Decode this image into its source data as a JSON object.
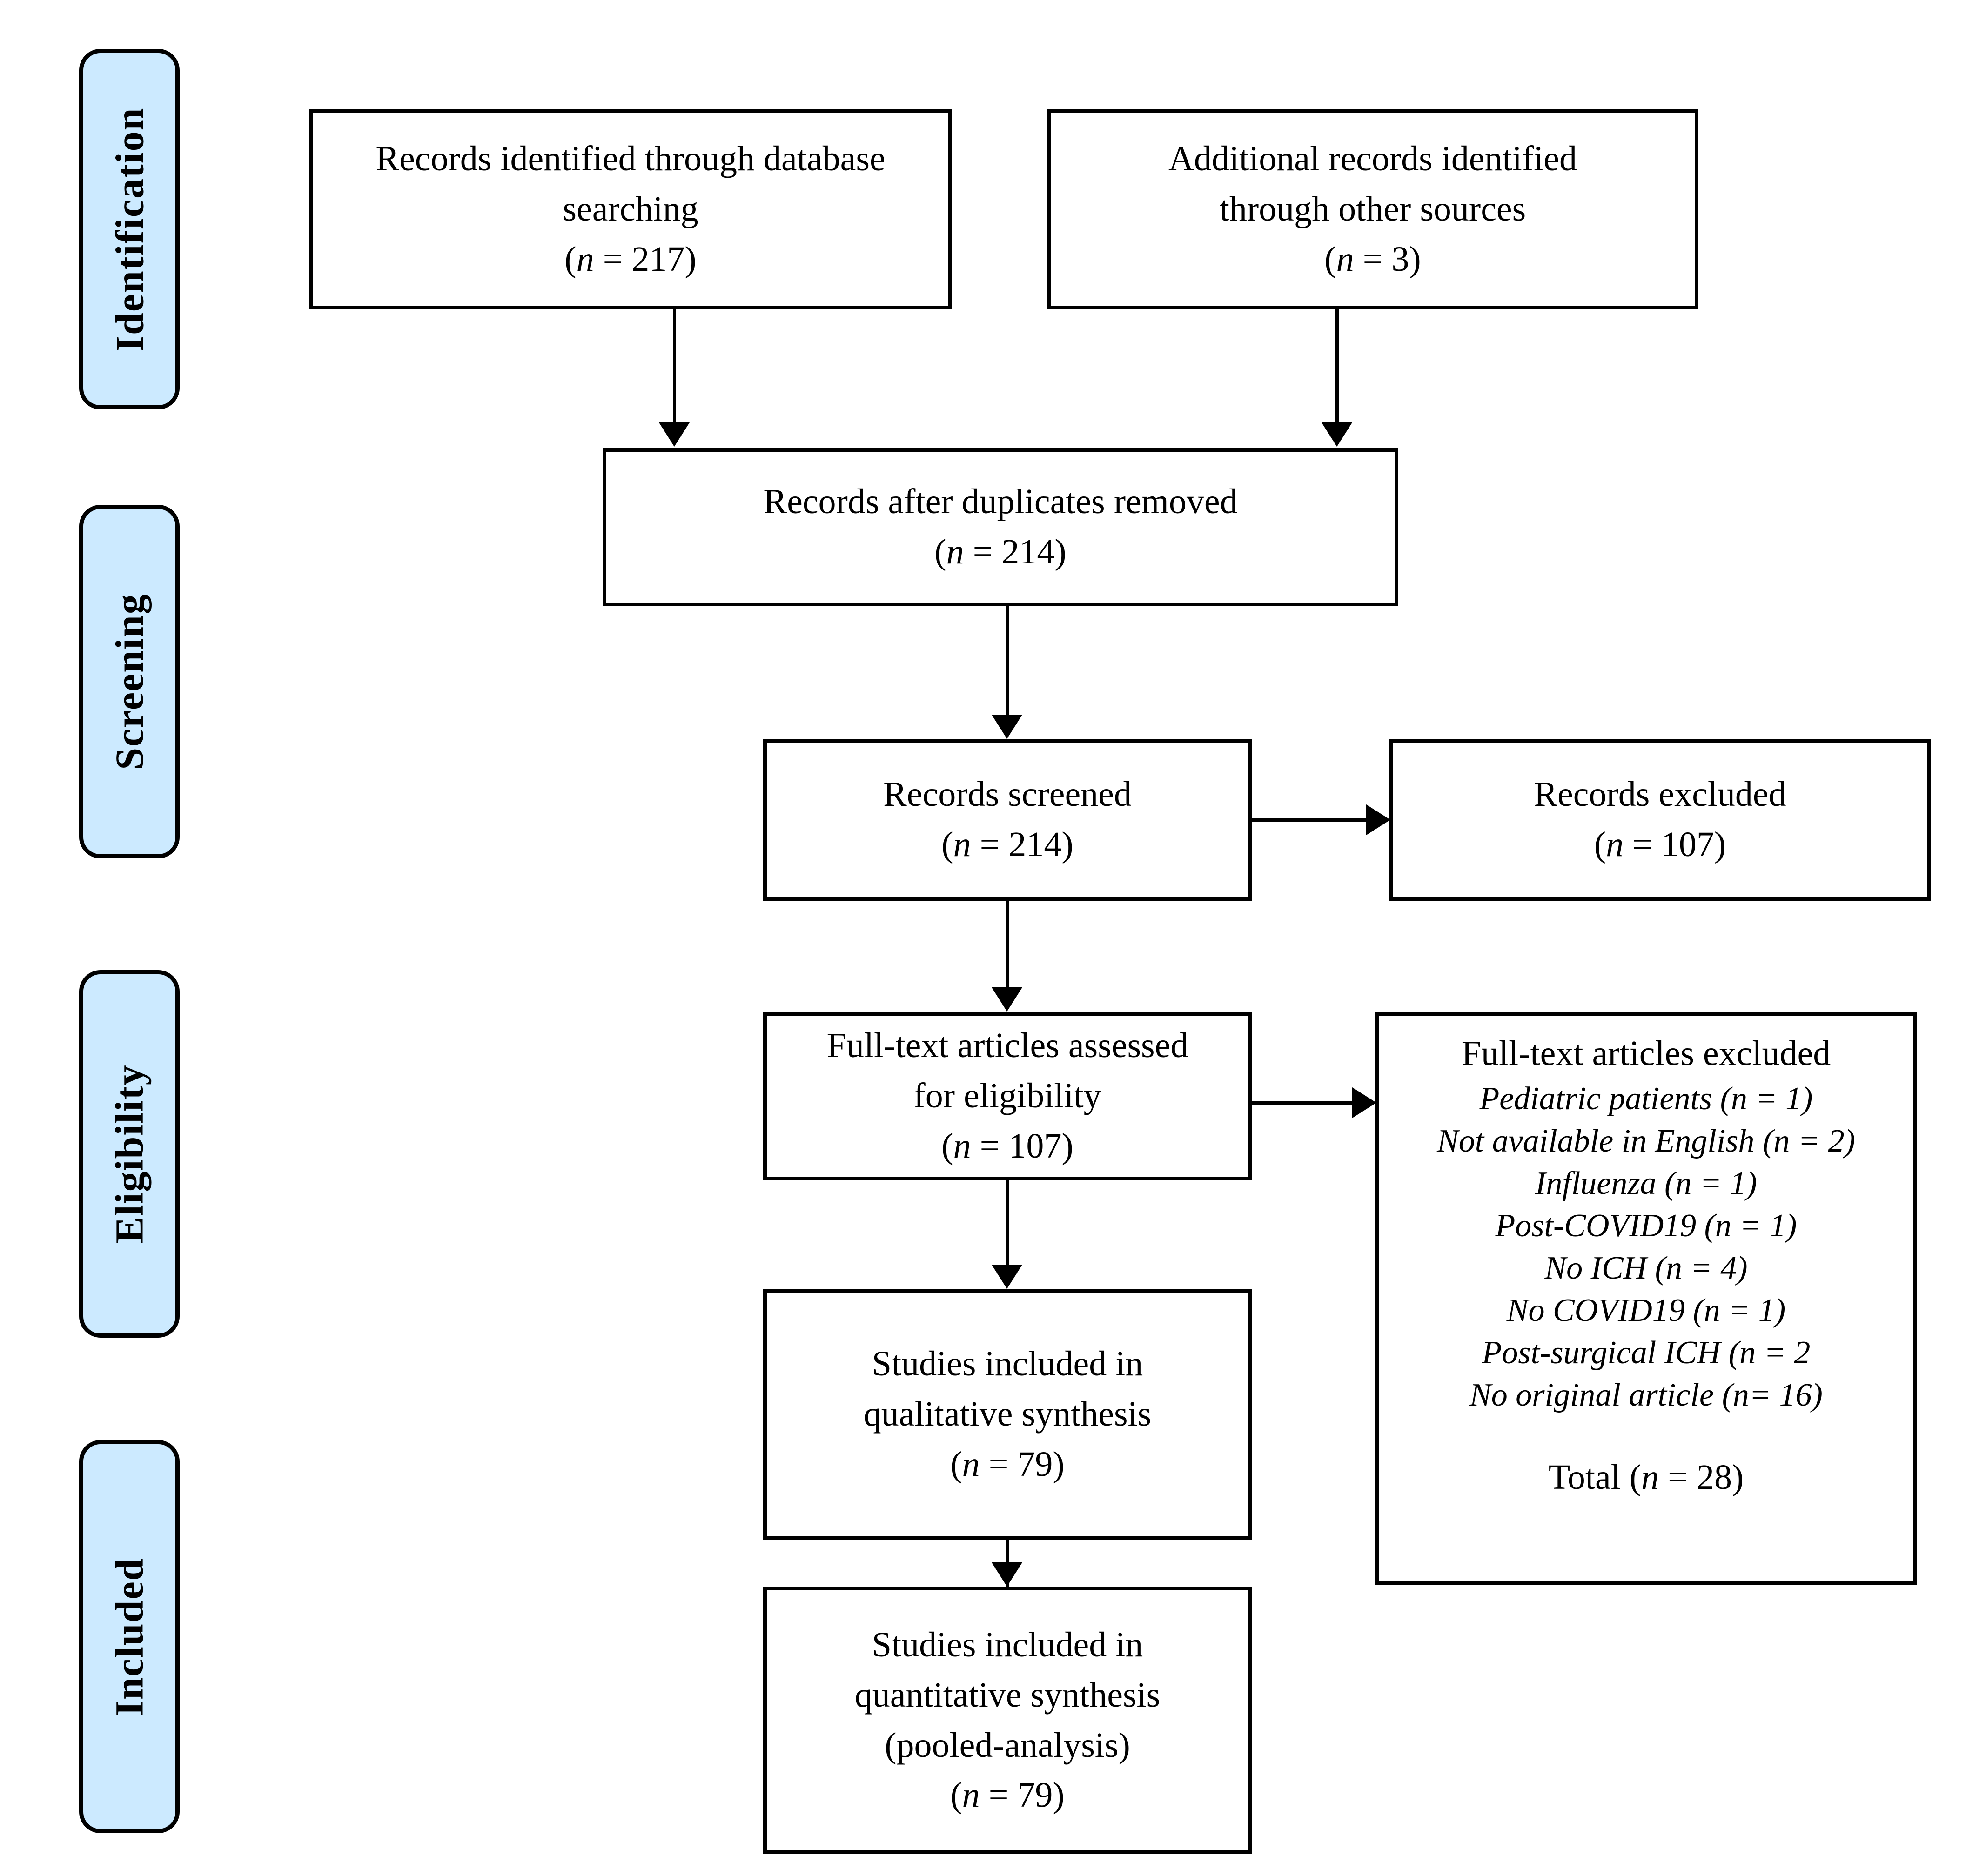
{
  "diagram": {
    "type": "prisma-flow-diagram",
    "title": "PRISMA study selection flow diagram"
  },
  "stages": [
    {
      "id": "identification",
      "label": "Identification"
    },
    {
      "id": "screening",
      "label": "Screening"
    },
    {
      "id": "eligibility",
      "label": "Eligibility"
    },
    {
      "id": "included",
      "label": "Included"
    }
  ],
  "boxes": {
    "database_search": {
      "line1": "Records identified through database",
      "line2": "searching",
      "count_open": "(",
      "count_n": "n",
      "count_eq": " = 217)"
    },
    "other_sources": {
      "line1": "Additional records identified",
      "line2": "through other sources",
      "count_open": "(",
      "count_n": "n",
      "count_eq": " = 3)"
    },
    "duplicates_removed": {
      "line1": "Records after duplicates removed",
      "count_open": "(",
      "count_n": "n",
      "count_eq": " = 214)"
    },
    "records_screened": {
      "line1": "Records screened",
      "count_open": "(",
      "count_n": "n",
      "count_eq": " = 214)"
    },
    "records_excluded": {
      "line1": "Records excluded",
      "count_open": "(",
      "count_n": "n",
      "count_eq": " = 107)"
    },
    "fulltext_assessed": {
      "line1": "Full-text articles assessed",
      "line2": "for eligibility",
      "count_open": "(",
      "count_n": "n",
      "count_eq": " = 107)"
    },
    "fulltext_excluded": {
      "header": "Full-text articles excluded",
      "reasons": [
        "Pediatric patients (n = 1)",
        "Not available in English (n = 2)",
        "Influenza (n = 1)",
        "Post-COVID19 (n = 1)",
        "No ICH (n = 4)",
        "No COVID19 (n = 1)",
        "Post-surgical ICH (n = 2",
        "No original article (n= 16)"
      ],
      "total_prefix": "Total (",
      "total_n": "n",
      "total_suffix": " = 28)"
    },
    "qualitative_synthesis": {
      "line1": "Studies included in",
      "line2": "qualitative synthesis",
      "count_open": "(",
      "count_n": "n",
      "count_eq": " = 79)"
    },
    "quantitative_synthesis": {
      "line1": "Studies included in",
      "line2": "quantitative synthesis",
      "line3": "(pooled-analysis)",
      "count_open": "(",
      "count_n": "n",
      "count_eq": " = 79)"
    }
  },
  "counts": {
    "database_search": 217,
    "other_sources": 3,
    "after_duplicates": 214,
    "records_screened": 214,
    "records_excluded": 107,
    "fulltext_assessed": 107,
    "fulltext_excluded_total": 28,
    "qualitative_synthesis": 79,
    "quantitative_synthesis": 79
  },
  "colors": {
    "stage_pill_fill": "#cceaff",
    "stroke": "#000000",
    "box_fill": "#ffffff"
  }
}
